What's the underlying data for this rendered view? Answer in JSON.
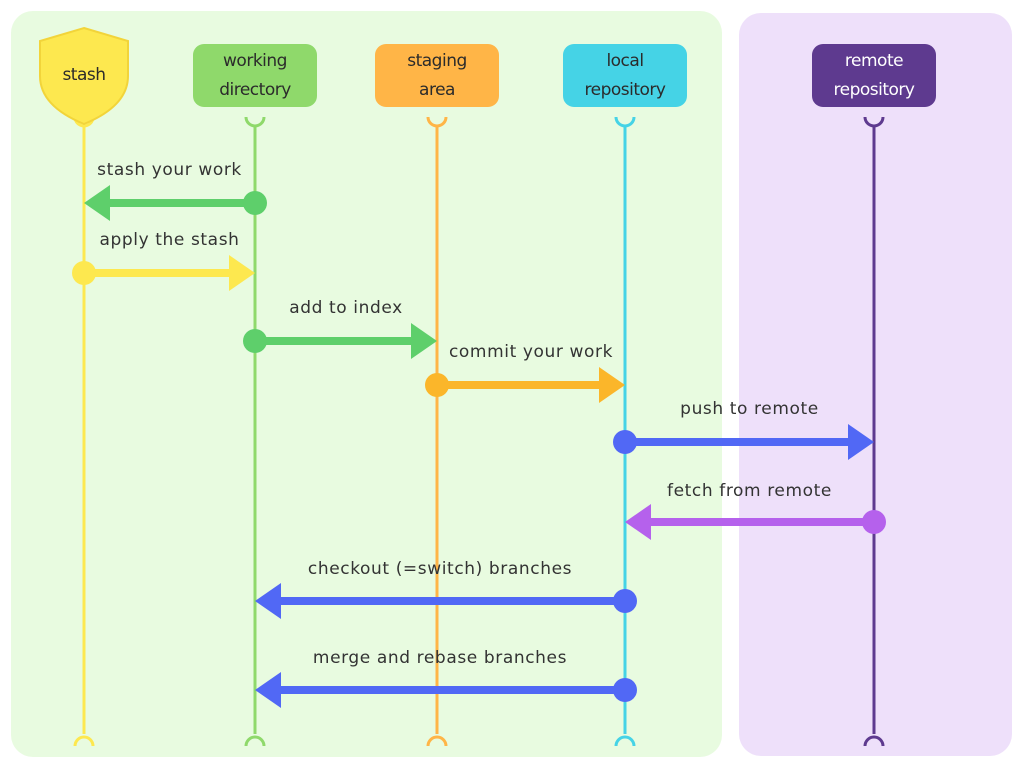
{
  "colors": {
    "local_area": "#e8fbe0",
    "remote_area": "#eee0fa",
    "stash": "#fde84f",
    "working": "#8fd96b",
    "staging": "#ffb547",
    "local": "#45d3e6",
    "remote": "#5e3a8f",
    "arrow_green": "#5ecf6b",
    "arrow_yellow": "#fde84f",
    "arrow_orange": "#fbb62a",
    "arrow_blue": "#5168f5",
    "arrow_purple": "#b561ec"
  },
  "lanes": [
    {
      "id": "stash",
      "label_lines": [
        "stash"
      ],
      "color": "#fde84f",
      "shape": "shield"
    },
    {
      "id": "working",
      "label_lines": [
        "working",
        "directory"
      ],
      "color": "#8fd96b",
      "shape": "box"
    },
    {
      "id": "staging",
      "label_lines": [
        "staging",
        "area"
      ],
      "color": "#ffb547",
      "shape": "box"
    },
    {
      "id": "local",
      "label_lines": [
        "local",
        "repository"
      ],
      "color": "#45d3e6",
      "shape": "box"
    },
    {
      "id": "remote",
      "label_lines": [
        "remote",
        "repository"
      ],
      "color": "#5e3a8f",
      "shape": "box"
    }
  ],
  "messages": [
    {
      "id": "stash-your-work",
      "label": "stash your work",
      "from": "working",
      "to": "stash",
      "color": "#5ecf6b"
    },
    {
      "id": "apply-the-stash",
      "label": "apply the stash",
      "from": "stash",
      "to": "working",
      "color": "#fde84f"
    },
    {
      "id": "add-to-index",
      "label": "add to index",
      "from": "working",
      "to": "staging",
      "color": "#5ecf6b"
    },
    {
      "id": "commit-your-work",
      "label": "commit your work",
      "from": "staging",
      "to": "local",
      "color": "#fbb62a"
    },
    {
      "id": "push-to-remote",
      "label": "push to remote",
      "from": "local",
      "to": "remote",
      "color": "#5168f5"
    },
    {
      "id": "fetch-from-remote",
      "label": "fetch from remote",
      "from": "remote",
      "to": "local",
      "color": "#b561ec"
    },
    {
      "id": "checkout-branches",
      "label": "checkout (=switch) branches",
      "from": "local",
      "to": "working",
      "color": "#5168f5"
    },
    {
      "id": "merge-rebase-branches",
      "label": "merge and rebase branches",
      "from": "local",
      "to": "working",
      "color": "#5168f5"
    }
  ]
}
